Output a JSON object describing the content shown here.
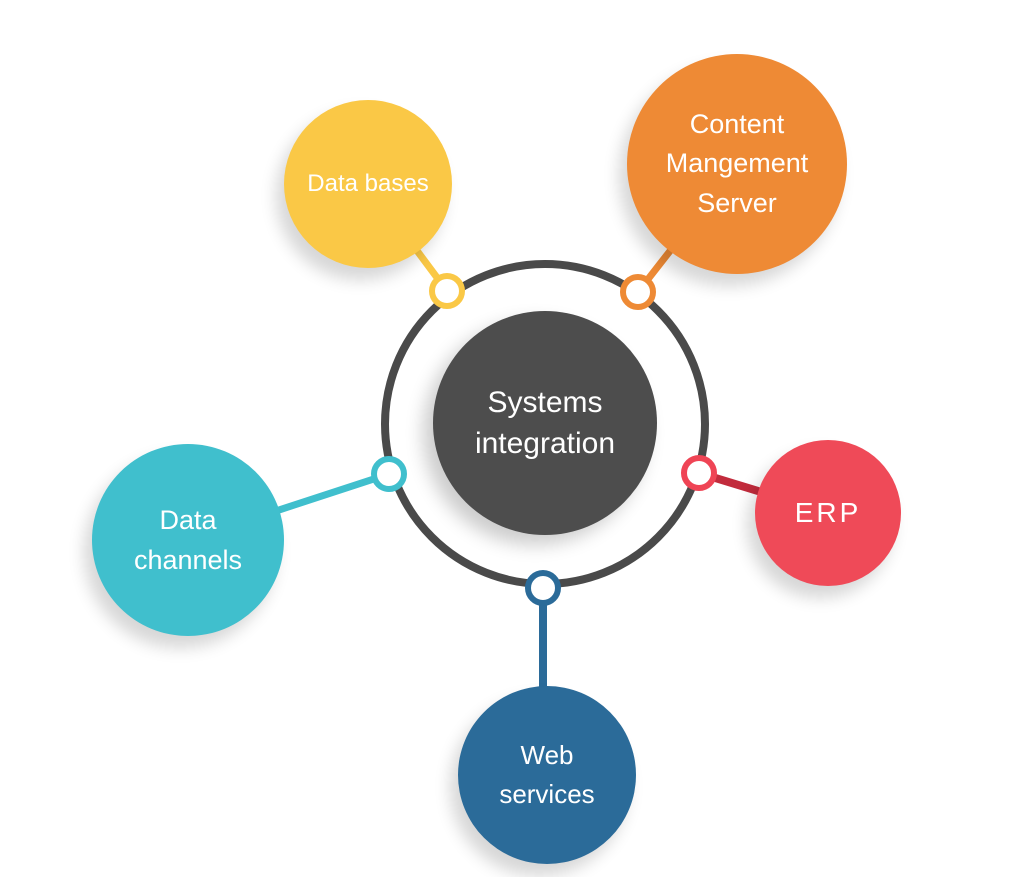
{
  "diagram": {
    "title": "Systems integration",
    "background_color": "#FFFFFF",
    "ring_color": "#4A4A4A",
    "center": {
      "label": "Systems integration",
      "color": "#4D4D4D",
      "text_color": "#FFFFFF"
    },
    "satellites": [
      {
        "id": "data-bases",
        "label": "Data bases",
        "color": "#FAC846",
        "node_color": "#FAC846",
        "connector_color": "#FAC846"
      },
      {
        "id": "content-management-server",
        "label": "Content Mangement Server",
        "color": "#EE8A35",
        "node_color": "#EE8A35",
        "connector_color": "#EE8A35"
      },
      {
        "id": "erp",
        "label": "ERP",
        "color": "#EF4A58",
        "node_color": "#EF4455",
        "connector_color": "#C22B3C"
      },
      {
        "id": "data-channels",
        "label": "Data channels",
        "color": "#40BFCD",
        "node_color": "#40BFCD",
        "connector_color": "#40BFCD"
      },
      {
        "id": "web-services",
        "label": "Web services",
        "color": "#2B6B99",
        "node_color": "#2B6B99",
        "connector_color": "#2B6B99"
      }
    ]
  }
}
